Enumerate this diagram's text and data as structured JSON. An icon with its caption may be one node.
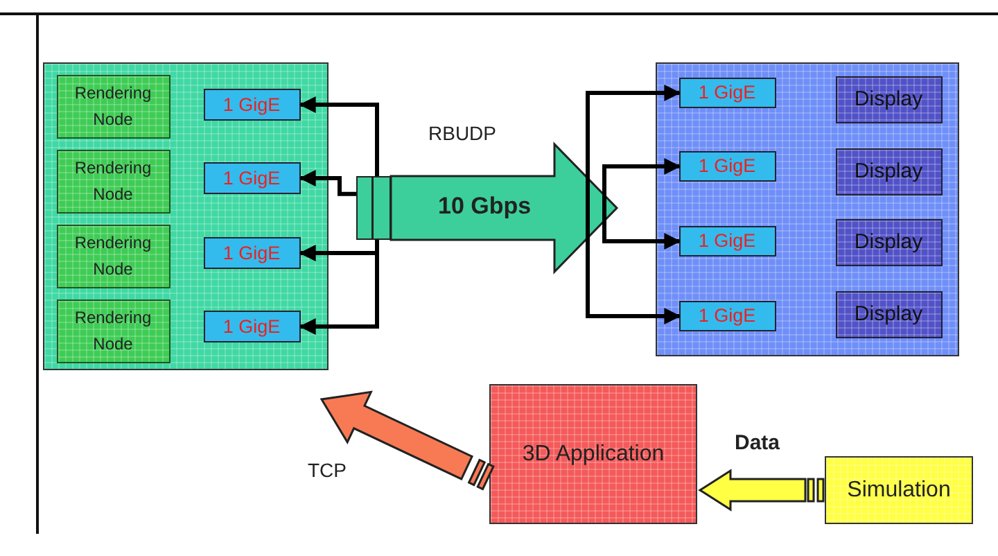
{
  "diagram": {
    "nodes": [
      {
        "text": [],
        "shape": "box"
      },
      {
        "text": [
          "Rendering Node"
        ],
        "in": 0
      },
      {
        "text": [
          "1 GigE"
        ],
        "in": 0
      },
      {
        "text": [
          "Rendering Node"
        ],
        "in": 0
      },
      {
        "text": [
          "1 GigE"
        ],
        "in": 0
      },
      {
        "text": [
          "Rendering Node"
        ],
        "in": 0
      },
      {
        "text": [
          "1 GigE"
        ],
        "in": 0
      },
      {
        "text": [
          "Rendering Node"
        ],
        "in": 0
      },
      {
        "text": [
          "1 GigE"
        ],
        "in": 0
      },
      {
        "text": [],
        "shape": "box"
      },
      {
        "text": [
          "1 GigE"
        ],
        "in": 9
      },
      {
        "text": [
          "Display"
        ],
        "in": 9
      },
      {
        "text": [
          "1 GigE"
        ],
        "in": 9
      },
      {
        "text": [
          "Display"
        ],
        "in": 9
      },
      {
        "text": [
          "1 GigE"
        ],
        "in": 9
      },
      {
        "text": [
          "Display"
        ],
        "in": 9
      },
      {
        "text": [
          "1 GigE"
        ],
        "in": 9
      },
      {
        "text": [
          "Display"
        ],
        "in": 9
      },
      {
        "text": [],
        "shape": "box"
      },
      {
        "text": [
          "3D Application"
        ]
      },
      {
        "text": [
          "Simulation"
        ]
      }
    ],
    "edges": [
      {
        "from": 18,
        "to": 2,
        "arrow": "to"
      },
      {
        "from": 18,
        "to": 4,
        "arrow": "to"
      },
      {
        "from": 18,
        "to": 6,
        "arrow": "to"
      },
      {
        "from": 18,
        "to": 8,
        "arrow": "to"
      },
      {
        "from": 18,
        "to": null,
        "arrow": "to",
        "label": "10 Gbps",
        "style": "thick",
        "color": "#3ccf9c"
      },
      {
        "from": null,
        "to": 10,
        "arrow": "to"
      },
      {
        "from": null,
        "to": 12,
        "arrow": "to"
      },
      {
        "from": null,
        "to": 14,
        "arrow": "to"
      },
      {
        "from": null,
        "to": 16,
        "arrow": "to"
      },
      {
        "from": 19,
        "to": null,
        "arrow": "to",
        "label": "TCP",
        "style": "thick",
        "color": "#f77a55"
      },
      {
        "from": 20,
        "to": 19,
        "arrow": "to",
        "label": "Data",
        "style": "thick",
        "color": "#ffff44"
      }
    ],
    "labels": [
      "RBUDP"
    ]
  }
}
